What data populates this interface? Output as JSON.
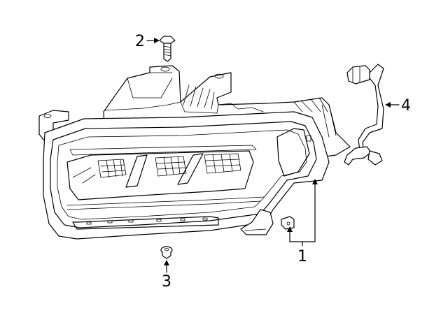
{
  "diagram": {
    "callouts": [
      {
        "id": "1",
        "label": "1"
      },
      {
        "id": "2",
        "label": "2"
      },
      {
        "id": "3",
        "label": "3"
      },
      {
        "id": "4",
        "label": "4"
      }
    ],
    "parts": [
      {
        "callout": "1",
        "icon": "headlamp-assembly-icon"
      },
      {
        "callout": "2",
        "icon": "bolt-icon"
      },
      {
        "callout": "3",
        "icon": "nut-icon"
      },
      {
        "callout": "4",
        "icon": "wiring-harness-icon"
      }
    ]
  }
}
